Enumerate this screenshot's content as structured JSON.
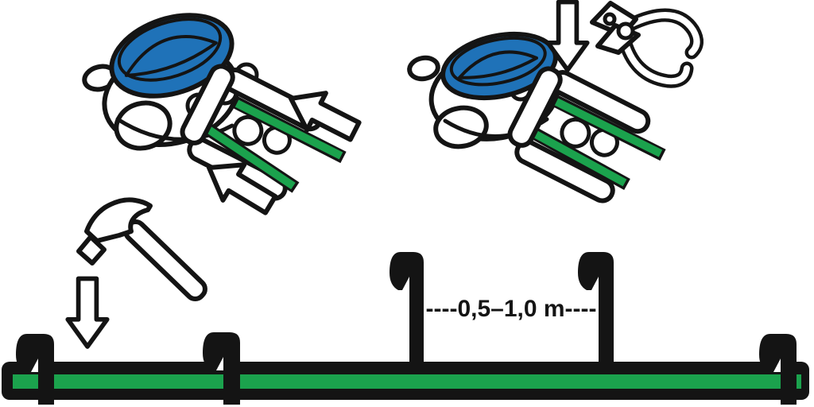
{
  "measurement": {
    "label": "----0,5–1,0 m----"
  },
  "colors": {
    "outline": "#141414",
    "paper": "#ffffff",
    "green": "#1ba24d",
    "blue": "#1f72b8"
  },
  "icons": {
    "hammer": "hammer-icon",
    "pliers": "pliers-icon",
    "arrow_up_left": "arrow-up-left-icon",
    "arrow_down": "arrow-down-icon",
    "connector": "wire-connector",
    "stake": "ground-stake",
    "boundary_wire": "boundary-wire-bar"
  }
}
